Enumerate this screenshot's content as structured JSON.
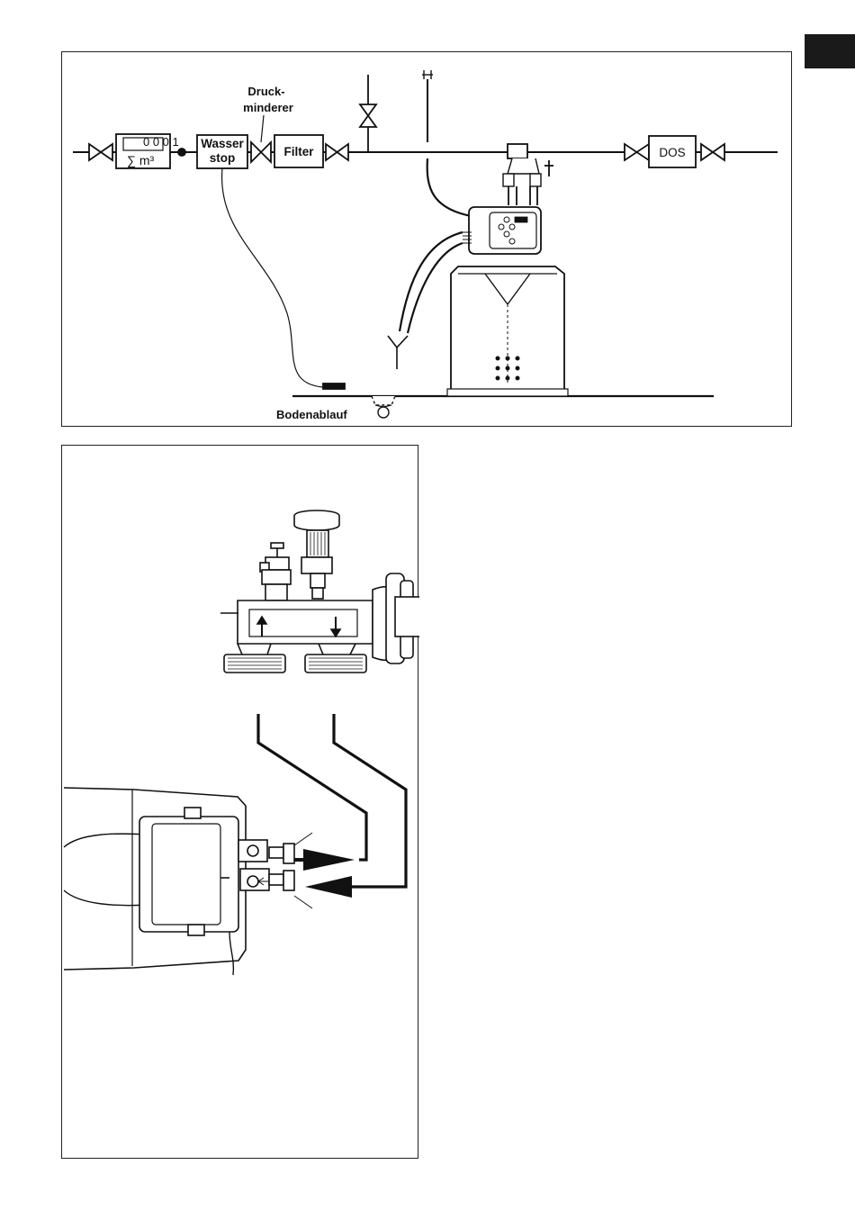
{
  "top_diagram": {
    "counter_digits": "0 0 0 1",
    "counter_unit": "∑ m³",
    "water_stop_line1": "Wasser",
    "water_stop_line2": "stop",
    "pressure_reducer_line1": "Druck-",
    "pressure_reducer_line2": "minderer",
    "filter_label": "Filter",
    "dos_label": "DOS",
    "floor_drain_label": "Bodenablauf"
  },
  "colors": {
    "line": "#111111",
    "tab_marker": "#1a1a1a",
    "frame_border": "#222222"
  }
}
